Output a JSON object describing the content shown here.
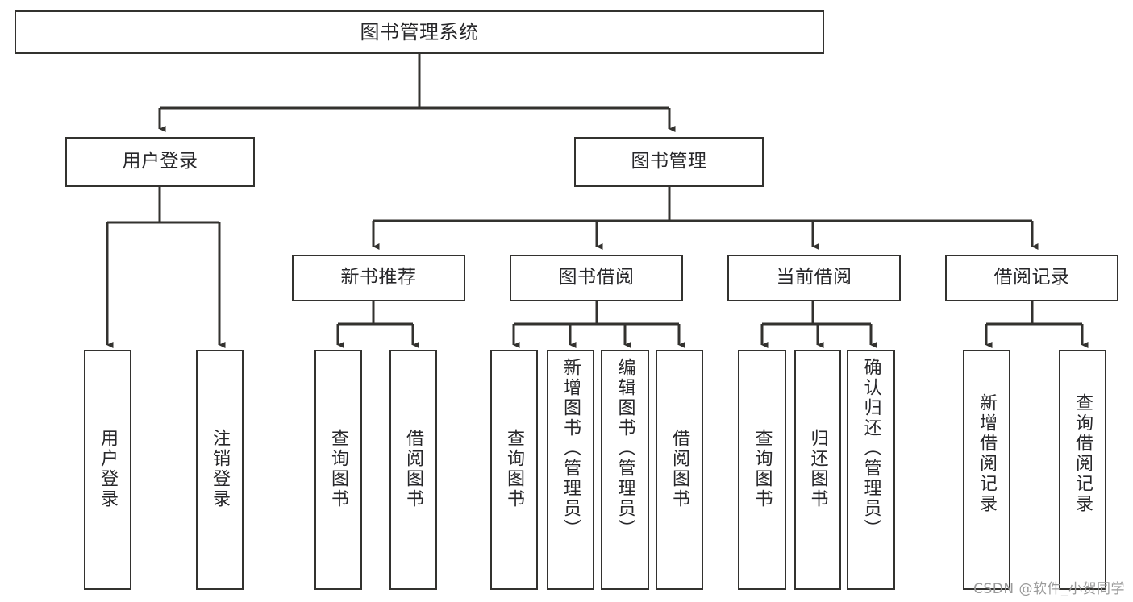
{
  "diagram": {
    "title": "图书管理系统",
    "type": "functional-structure-tree",
    "line_color": "#33322f",
    "box_fill": "#ffffff",
    "text_color": "#27272a"
  },
  "nodes": {
    "root": {
      "label": "图书管理系统"
    },
    "level1": [
      {
        "id": "user-login",
        "label": "用户登录"
      },
      {
        "id": "book-manage",
        "label": "图书管理"
      }
    ],
    "level2": [
      {
        "id": "new-book-recommend",
        "label": "新书推荐"
      },
      {
        "id": "book-borrow",
        "label": "图书借阅"
      },
      {
        "id": "current-borrow",
        "label": "当前借阅"
      },
      {
        "id": "borrow-record",
        "label": "借阅记录"
      }
    ],
    "leaves": {
      "user_login": [
        {
          "id": "leaf-user-login",
          "label": "用户登录"
        },
        {
          "id": "leaf-logout-login",
          "label": "注销登录"
        }
      ],
      "new_book_recommend": [
        {
          "id": "leaf-query-book-1",
          "label": "查询图书"
        },
        {
          "id": "leaf-borrow-book-1",
          "label": "借阅图书"
        }
      ],
      "book_borrow": [
        {
          "id": "leaf-query-book-2",
          "label": "查询图书"
        },
        {
          "id": "leaf-add-book",
          "label": "新增图书（管理员）"
        },
        {
          "id": "leaf-edit-book",
          "label": "编辑图书（管理员）"
        },
        {
          "id": "leaf-borrow-book-2",
          "label": "借阅图书"
        }
      ],
      "current_borrow": [
        {
          "id": "leaf-query-book-3",
          "label": "查询图书"
        },
        {
          "id": "leaf-return-book",
          "label": "归还图书"
        },
        {
          "id": "leaf-confirm-return",
          "label": "确认归还（管理员）"
        }
      ],
      "borrow_record": [
        {
          "id": "leaf-add-record",
          "label": "新增借阅记录"
        },
        {
          "id": "leaf-query-record",
          "label": "查询借阅记录"
        }
      ]
    }
  },
  "watermark": {
    "text": "CSDN @软件_小贺同学"
  }
}
